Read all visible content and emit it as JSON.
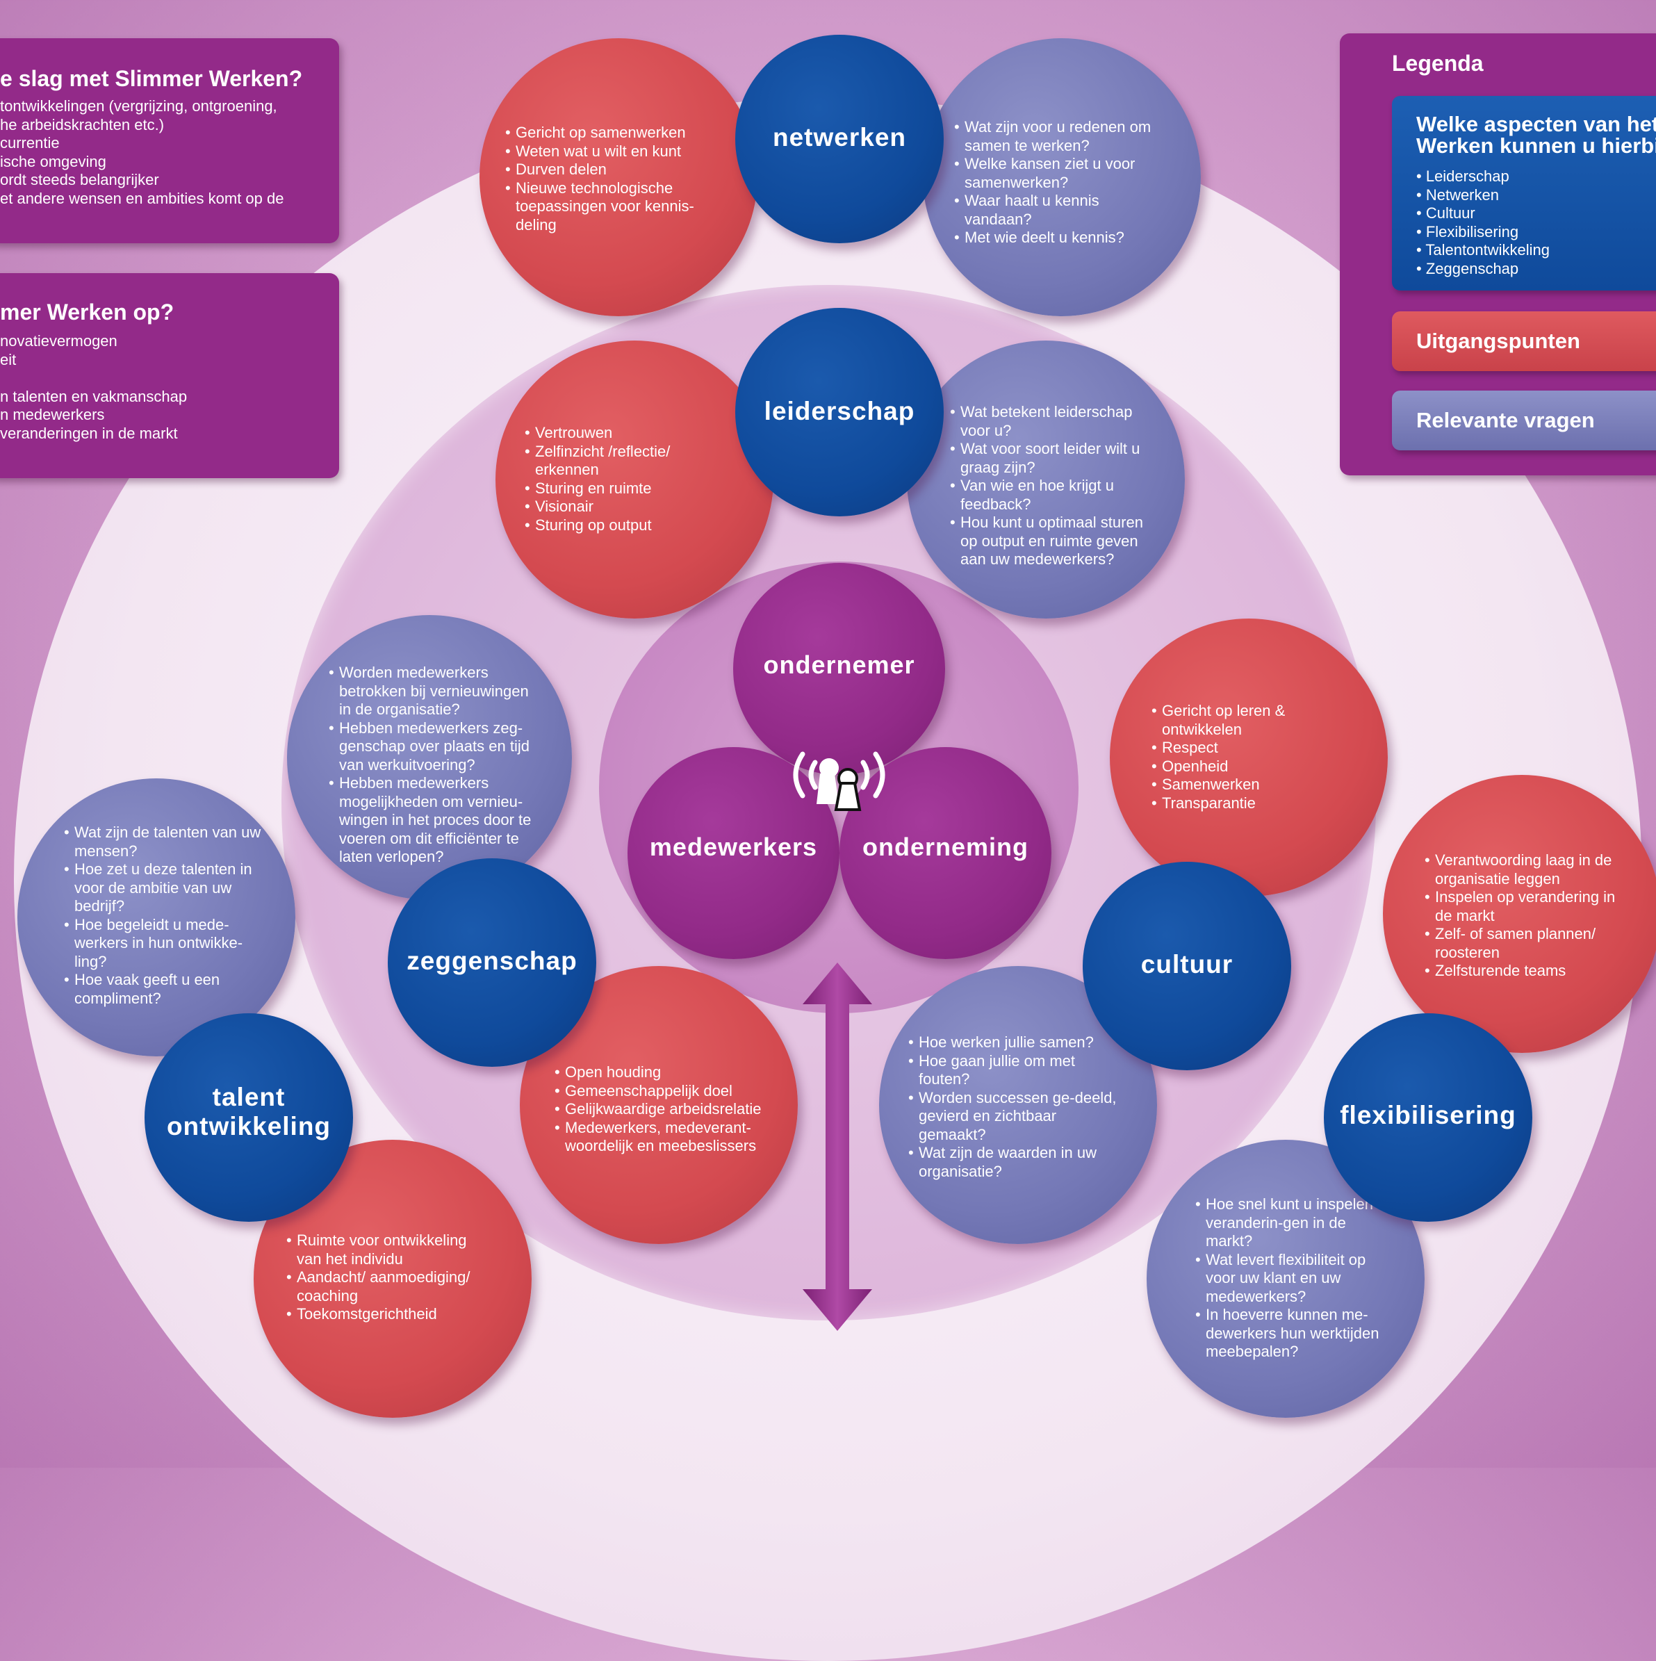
{
  "left_panels": [
    {
      "title": "e slag met Slimmer Werken?",
      "lines": [
        "tontwikkelingen (vergrijzing, ontgroening,",
        "he arbeidskrachten etc.)",
        "currentie",
        "ische omgeving",
        "ordt steeds belangrijker",
        "et andere wensen en ambities komt op de"
      ]
    },
    {
      "title": "mer Werken op?",
      "lines": [
        "novatievermogen",
        "eit",
        "",
        "n talenten en vakmanschap",
        "n medewerkers",
        "veranderingen in de markt"
      ]
    }
  ],
  "legend": {
    "title": "Legenda",
    "blue_box": {
      "title_line1": "Welke aspecten van het",
      "title_line2": "Werken kunnen u hierbij",
      "items": [
        "Leiderschap",
        "Netwerken",
        "Cultuur",
        "Flexibilisering",
        "Talentontwikkeling",
        "Zeggenschap"
      ]
    },
    "red_item": "Uitgangspunten",
    "lilac_item": "Relevante vragen"
  },
  "colors": {
    "red": "#d44a50",
    "lilac": "#7478b6",
    "blue": "#0f4a9b",
    "purple": "#922a88"
  },
  "core": {
    "top": "ondernemer",
    "left": "medewerkers",
    "right": "onderneming",
    "icon": "keyhole-broadcast-icon"
  },
  "aspects": {
    "netwerken": {
      "label": "netwerken",
      "uitgangspunten": [
        "Gericht op samenwerken",
        "Weten wat u wilt en kunt",
        "Durven delen",
        "Nieuwe technologische toepassingen voor kennis-deling"
      ],
      "vragen": [
        "Wat zijn voor u redenen om samen te werken?",
        "Welke kansen ziet u voor samenwerken?",
        "Waar haalt u kennis vandaan?",
        "Met wie deelt u kennis?"
      ]
    },
    "leiderschap": {
      "label": "leiderschap",
      "uitgangspunten": [
        "Vertrouwen",
        "Zelfinzicht /reflectie/ erkennen",
        "Sturing en ruimte",
        "Visionair",
        "Sturing op output"
      ],
      "vragen": [
        "Wat betekent leiderschap voor u?",
        "Wat voor soort leider wilt u graag zijn?",
        "Van wie en hoe krijgt u feedback?",
        "Hou kunt u optimaal sturen op output en ruimte geven aan uw medewerkers?"
      ]
    },
    "zeggenschap": {
      "label": "zeggenschap",
      "vragen": [
        "Worden medewerkers betrokken bij vernieuwingen in de organisatie?",
        "Hebben medewerkers zeg-genschap over plaats en tijd van werkuitvoering?",
        "Hebben medewerkers mogelijkheden om vernieu-wingen in het proces door te voeren om dit efficiënter te laten verlopen?"
      ],
      "uitgangspunten": [
        "Open houding",
        "Gemeenschappelijk doel",
        "Gelijkwaardige arbeidsrelatie",
        "Medewerkers, medeverant-woordelijk en meebeslissers"
      ]
    },
    "talent": {
      "label_line1": "talent",
      "label_line2": "ontwikkeling",
      "vragen": [
        "Wat zijn de talenten van uw mensen?",
        "Hoe zet u deze talenten in voor de ambitie van uw bedrijf?",
        "Hoe begeleidt u mede-werkers in hun ontwikke-ling?",
        "Hoe vaak geeft u een compliment?"
      ],
      "uitgangspunten": [
        "Ruimte voor ontwikkeling van het individu",
        "Aandacht/ aanmoediging/ coaching",
        "Toekomstgerichtheid"
      ]
    },
    "cultuur": {
      "label": "cultuur",
      "uitgangspunten": [
        "Gericht op leren & ontwikkelen",
        "Respect",
        "Openheid",
        "Samenwerken",
        "Transparantie"
      ],
      "vragen": [
        "Hoe werken jullie samen?",
        "Hoe gaan jullie om met fouten?",
        "Worden successen ge-deeld, gevierd en zichtbaar gemaakt?",
        "Wat zijn de waarden in uw organisatie?"
      ]
    },
    "flexibilisering": {
      "label": "flexibilisering",
      "uitgangspunten": [
        "Verantwoording laag in de organisatie leggen",
        "Inspelen op verandering in de markt",
        "Zelf- of samen plannen/ roosteren",
        "Zelfsturende teams"
      ],
      "vragen": [
        "Hoe snel kunt u inspelen op veranderin-gen in de markt?",
        "Wat levert flexibiliteit op voor uw klant en uw medewerkers?",
        "In hoeverre kunnen me-dewerkers hun werktijden meebepalen?"
      ]
    }
  }
}
